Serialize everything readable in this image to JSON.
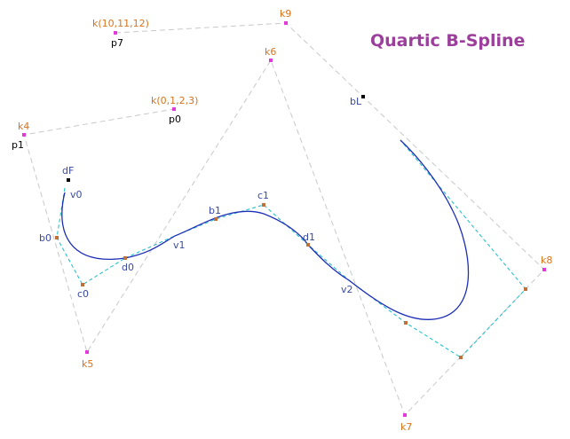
{
  "title": "Quartic B-Spline",
  "labels": {
    "k_0123": "k(0,1,2,3)",
    "k_101112": "k(10,11,12)",
    "k4": "k4",
    "k5": "k5",
    "k6": "k6",
    "k7": "k7",
    "k8": "k8",
    "k9": "k9",
    "p0": "p0",
    "p1": "p1",
    "p7": "p7",
    "dF": "dF",
    "bL": "bL",
    "v0": "v0",
    "v1": "v1",
    "v2": "v2",
    "b0": "b0",
    "b1": "b1",
    "c0": "c0",
    "c1": "c1",
    "d0": "d0",
    "d1": "d1"
  },
  "colors": {
    "title": "#9c3f9c",
    "knot_label": "#d9731a",
    "point_label": "#3a4aa0",
    "curve": "#1d2fb5",
    "inner_polygon": "#2ac0c8",
    "control_polygon": "#c8c8c8"
  }
}
